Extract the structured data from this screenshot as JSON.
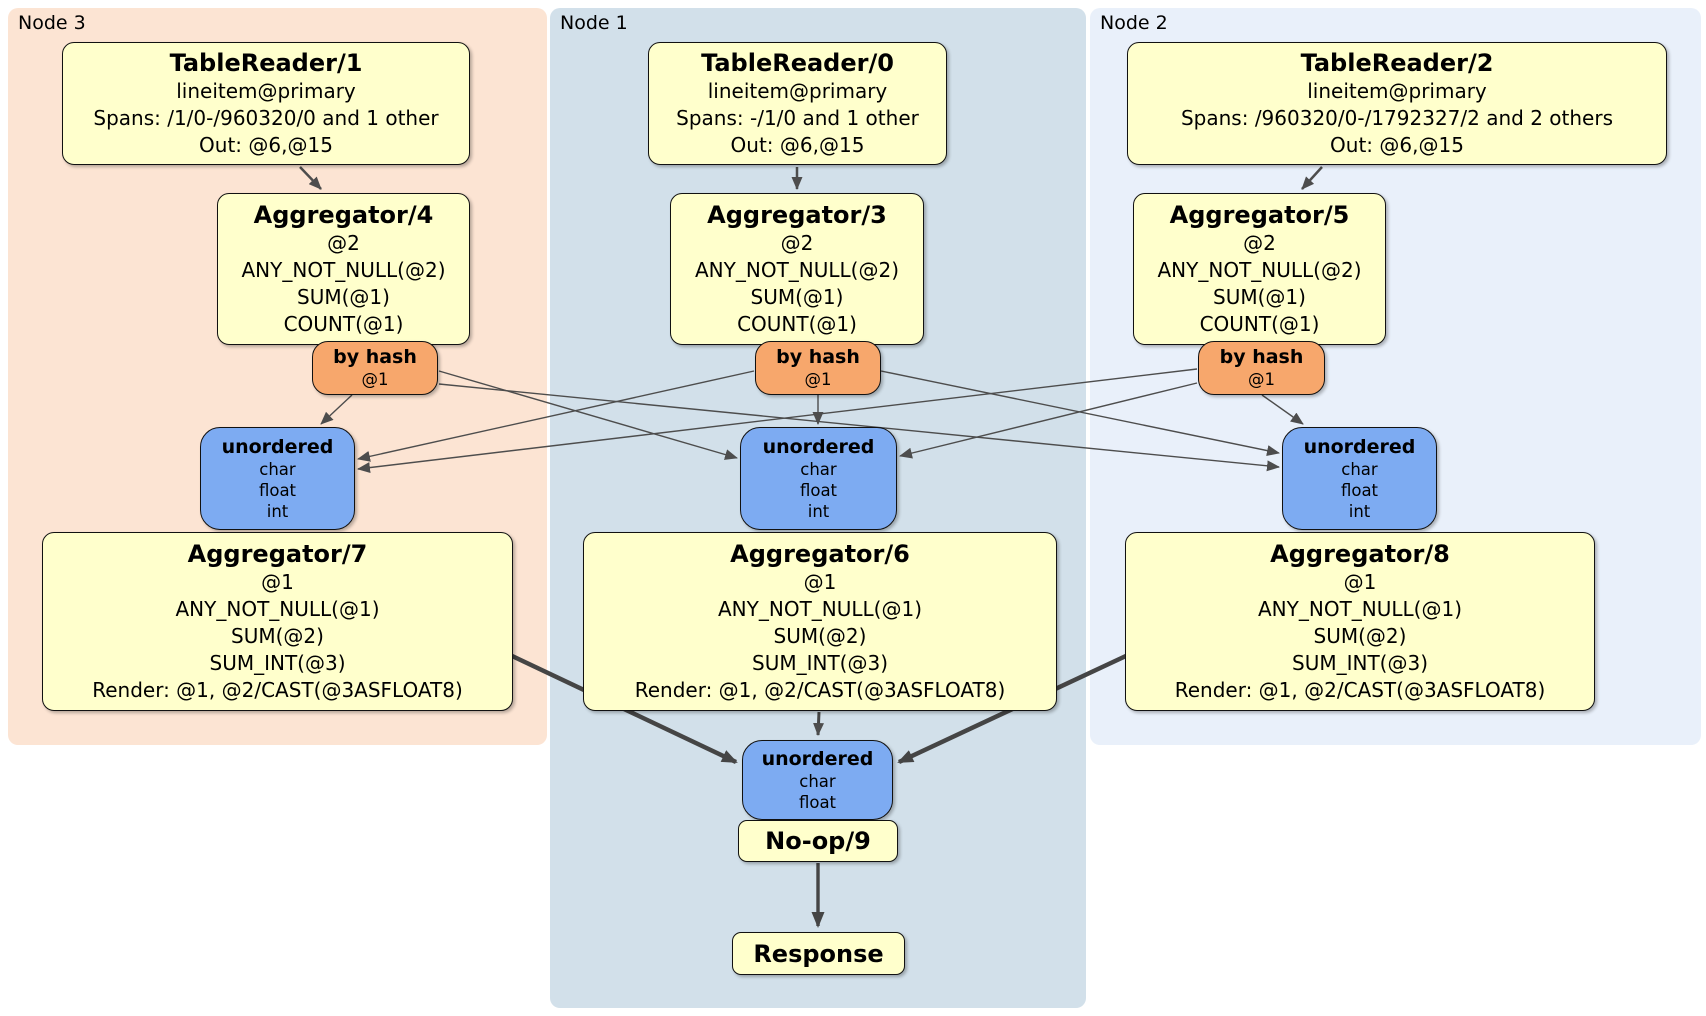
{
  "colors": {
    "node3-bg": "#fce4d3",
    "node1-bg": "#d2e0ea",
    "node2-bg": "#e9f0fa",
    "box-yellow": "#ffffcc",
    "router-orange": "#f7a76c",
    "sync-blue": "#7dabf2",
    "edge-gray": "#4d4d4d"
  },
  "node3": {
    "label": "Node 3",
    "tablereader": {
      "title": "TableReader/1",
      "lines": [
        "lineitem@primary",
        "Spans: /1/0-/960320/0 and 1 other",
        "Out: @6,@15"
      ]
    },
    "aggregator_top": {
      "title": "Aggregator/4",
      "lines": [
        "@2",
        "ANY_NOT_NULL(@2)",
        "SUM(@1)",
        "COUNT(@1)"
      ]
    },
    "router": {
      "title": "by hash",
      "lines": [
        "@1"
      ]
    },
    "sync": {
      "title": "unordered",
      "lines": [
        "char",
        "float",
        "int"
      ]
    },
    "aggregator_bottom": {
      "title": "Aggregator/7",
      "lines": [
        "@1",
        "ANY_NOT_NULL(@1)",
        "SUM(@2)",
        "SUM_INT(@3)",
        "Render: @1, @2/CAST(@3ASFLOAT8)"
      ]
    }
  },
  "node1": {
    "label": "Node 1",
    "tablereader": {
      "title": "TableReader/0",
      "lines": [
        "lineitem@primary",
        "Spans: -/1/0 and 1 other",
        "Out: @6,@15"
      ]
    },
    "aggregator_top": {
      "title": "Aggregator/3",
      "lines": [
        "@2",
        "ANY_NOT_NULL(@2)",
        "SUM(@1)",
        "COUNT(@1)"
      ]
    },
    "router": {
      "title": "by hash",
      "lines": [
        "@1"
      ]
    },
    "sync": {
      "title": "unordered",
      "lines": [
        "char",
        "float",
        "int"
      ]
    },
    "aggregator_bottom": {
      "title": "Aggregator/6",
      "lines": [
        "@1",
        "ANY_NOT_NULL(@1)",
        "SUM(@2)",
        "SUM_INT(@3)",
        "Render: @1, @2/CAST(@3ASFLOAT8)"
      ]
    },
    "final_sync": {
      "title": "unordered",
      "lines": [
        "char",
        "float"
      ]
    },
    "noop": {
      "title": "No-op/9"
    },
    "response": {
      "title": "Response"
    }
  },
  "node2": {
    "label": "Node 2",
    "tablereader": {
      "title": "TableReader/2",
      "lines": [
        "lineitem@primary",
        "Spans: /960320/0-/1792327/2 and 2 others",
        "Out: @6,@15"
      ]
    },
    "aggregator_top": {
      "title": "Aggregator/5",
      "lines": [
        "@2",
        "ANY_NOT_NULL(@2)",
        "SUM(@1)",
        "COUNT(@1)"
      ]
    },
    "router": {
      "title": "by hash",
      "lines": [
        "@1"
      ]
    },
    "sync": {
      "title": "unordered",
      "lines": [
        "char",
        "float",
        "int"
      ]
    },
    "aggregator_bottom": {
      "title": "Aggregator/8",
      "lines": [
        "@1",
        "ANY_NOT_NULL(@1)",
        "SUM(@2)",
        "SUM_INT(@3)",
        "Render: @1, @2/CAST(@3ASFLOAT8)"
      ]
    }
  }
}
